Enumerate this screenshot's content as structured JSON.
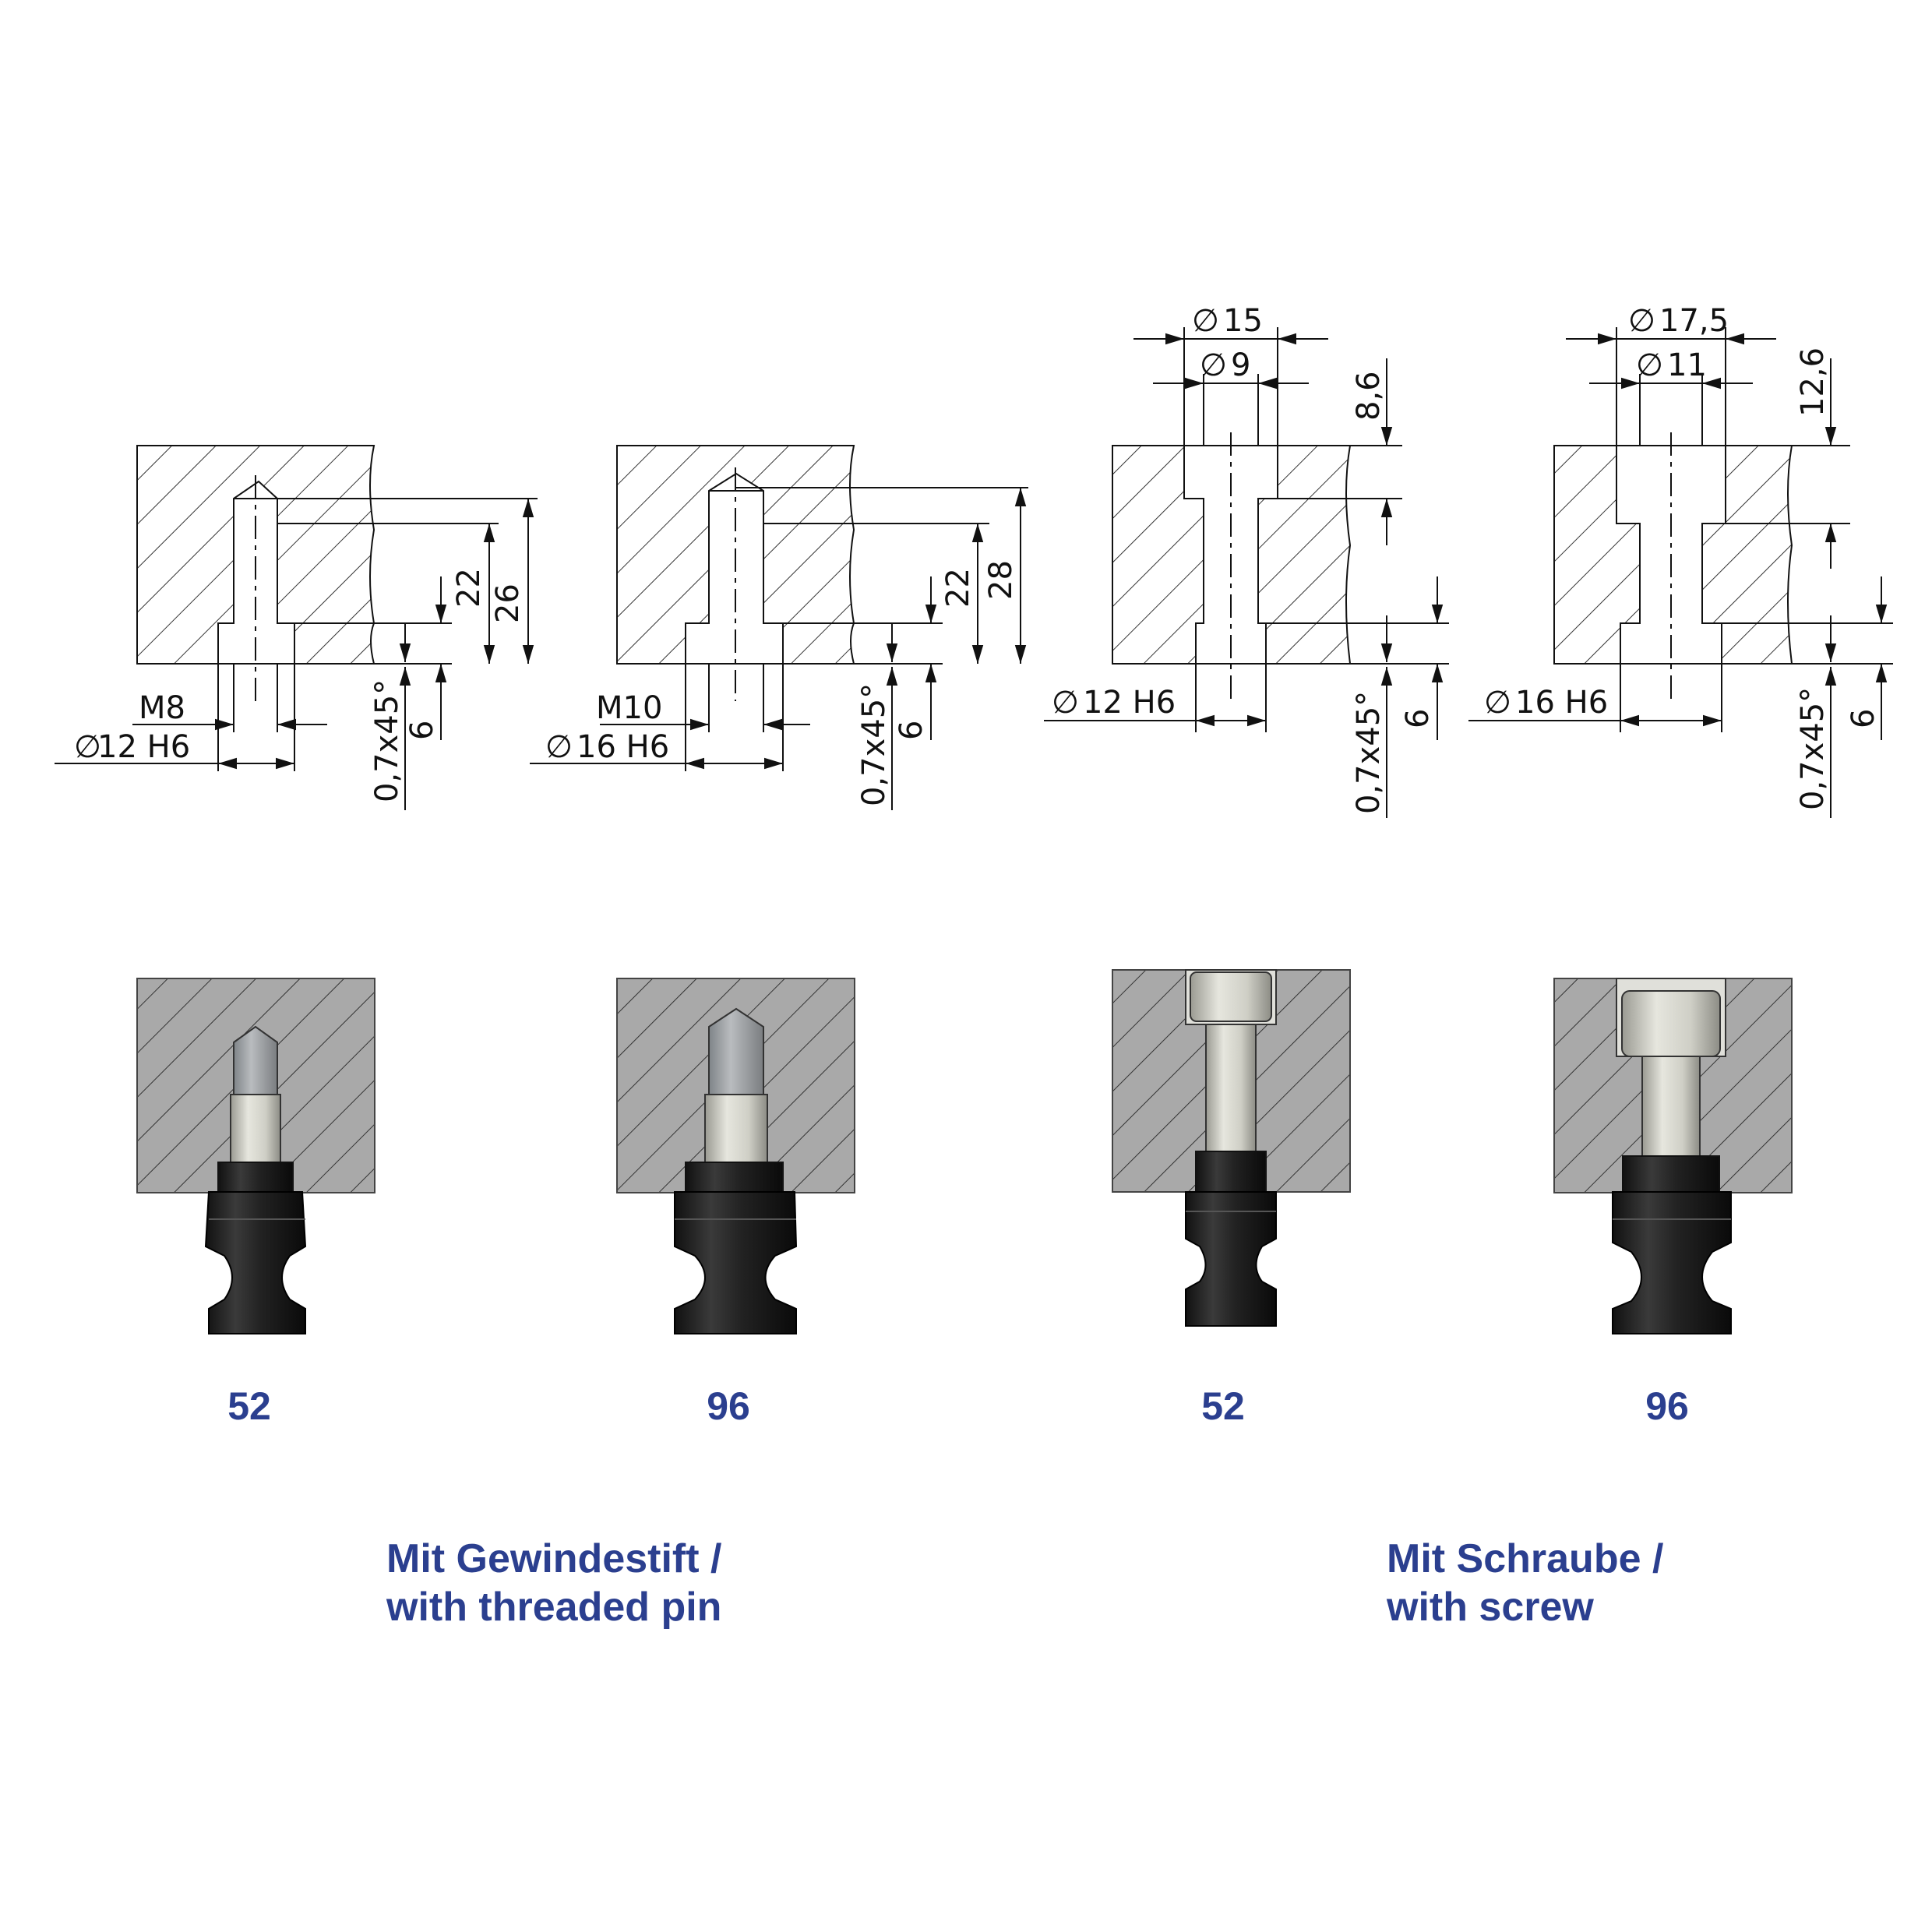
{
  "colors": {
    "accent": "#2b3f8f",
    "hatch_fill_3d": "#a9a9a9",
    "line": "#111111"
  },
  "drawings": [
    {
      "thread": "M8",
      "bore": "12 H6",
      "depth_inner": "22",
      "depth_outer": "26",
      "step": "6",
      "chamfer": "0,7x45°"
    },
    {
      "thread": "M10",
      "bore": "16 H6",
      "depth_inner": "22",
      "depth_outer": "28",
      "step": "6",
      "chamfer": "0,7x45°"
    },
    {
      "head_dia": "15",
      "shank_dia": "9",
      "bore": "12 H6",
      "head_depth": "8,6",
      "step": "6",
      "chamfer": "0,7x45°"
    },
    {
      "head_dia": "17,5",
      "shank_dia": "11",
      "bore": "16 H6",
      "head_depth": "12,6",
      "step": "6",
      "chamfer": "0,7x45°"
    }
  ],
  "models": [
    "52",
    "96",
    "52",
    "96"
  ],
  "captions": {
    "left": {
      "line1": "Mit Gewindestift /",
      "line2": "with threaded pin"
    },
    "right": {
      "line1": "Mit Schraube /",
      "line2": "with screw"
    }
  }
}
